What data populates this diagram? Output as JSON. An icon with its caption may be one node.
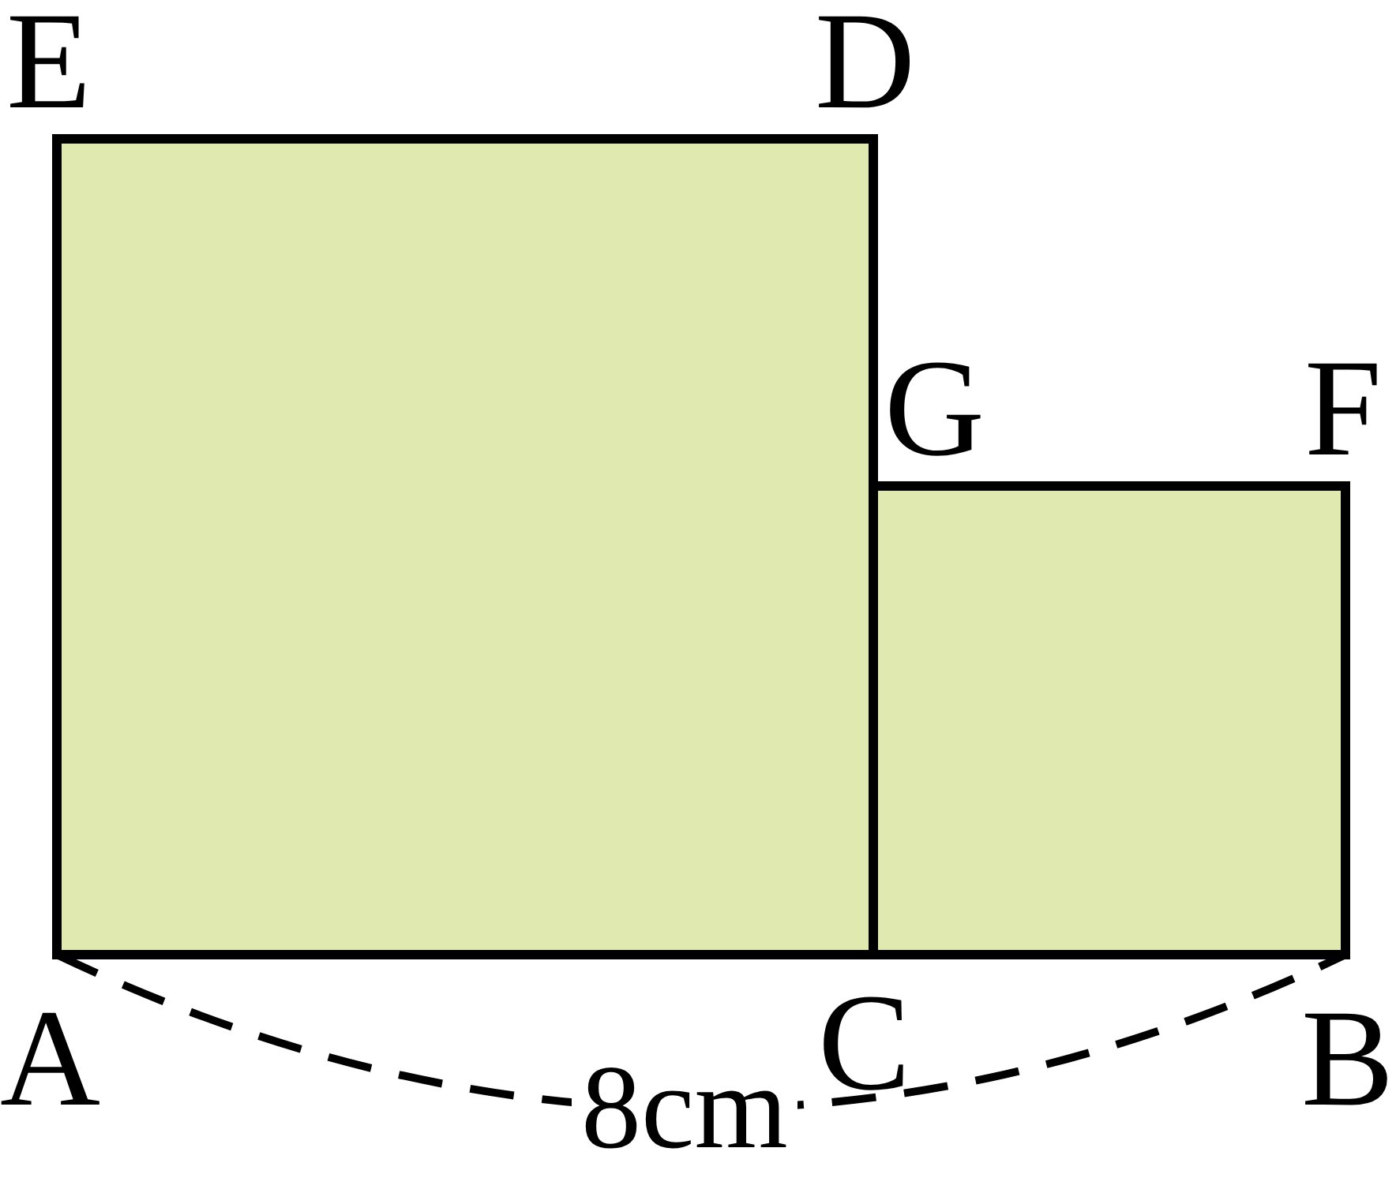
{
  "diagram": {
    "labels": [
      "E",
      "D",
      "G",
      "F",
      "A",
      "C",
      "B",
      "8cm"
    ]
  }
}
